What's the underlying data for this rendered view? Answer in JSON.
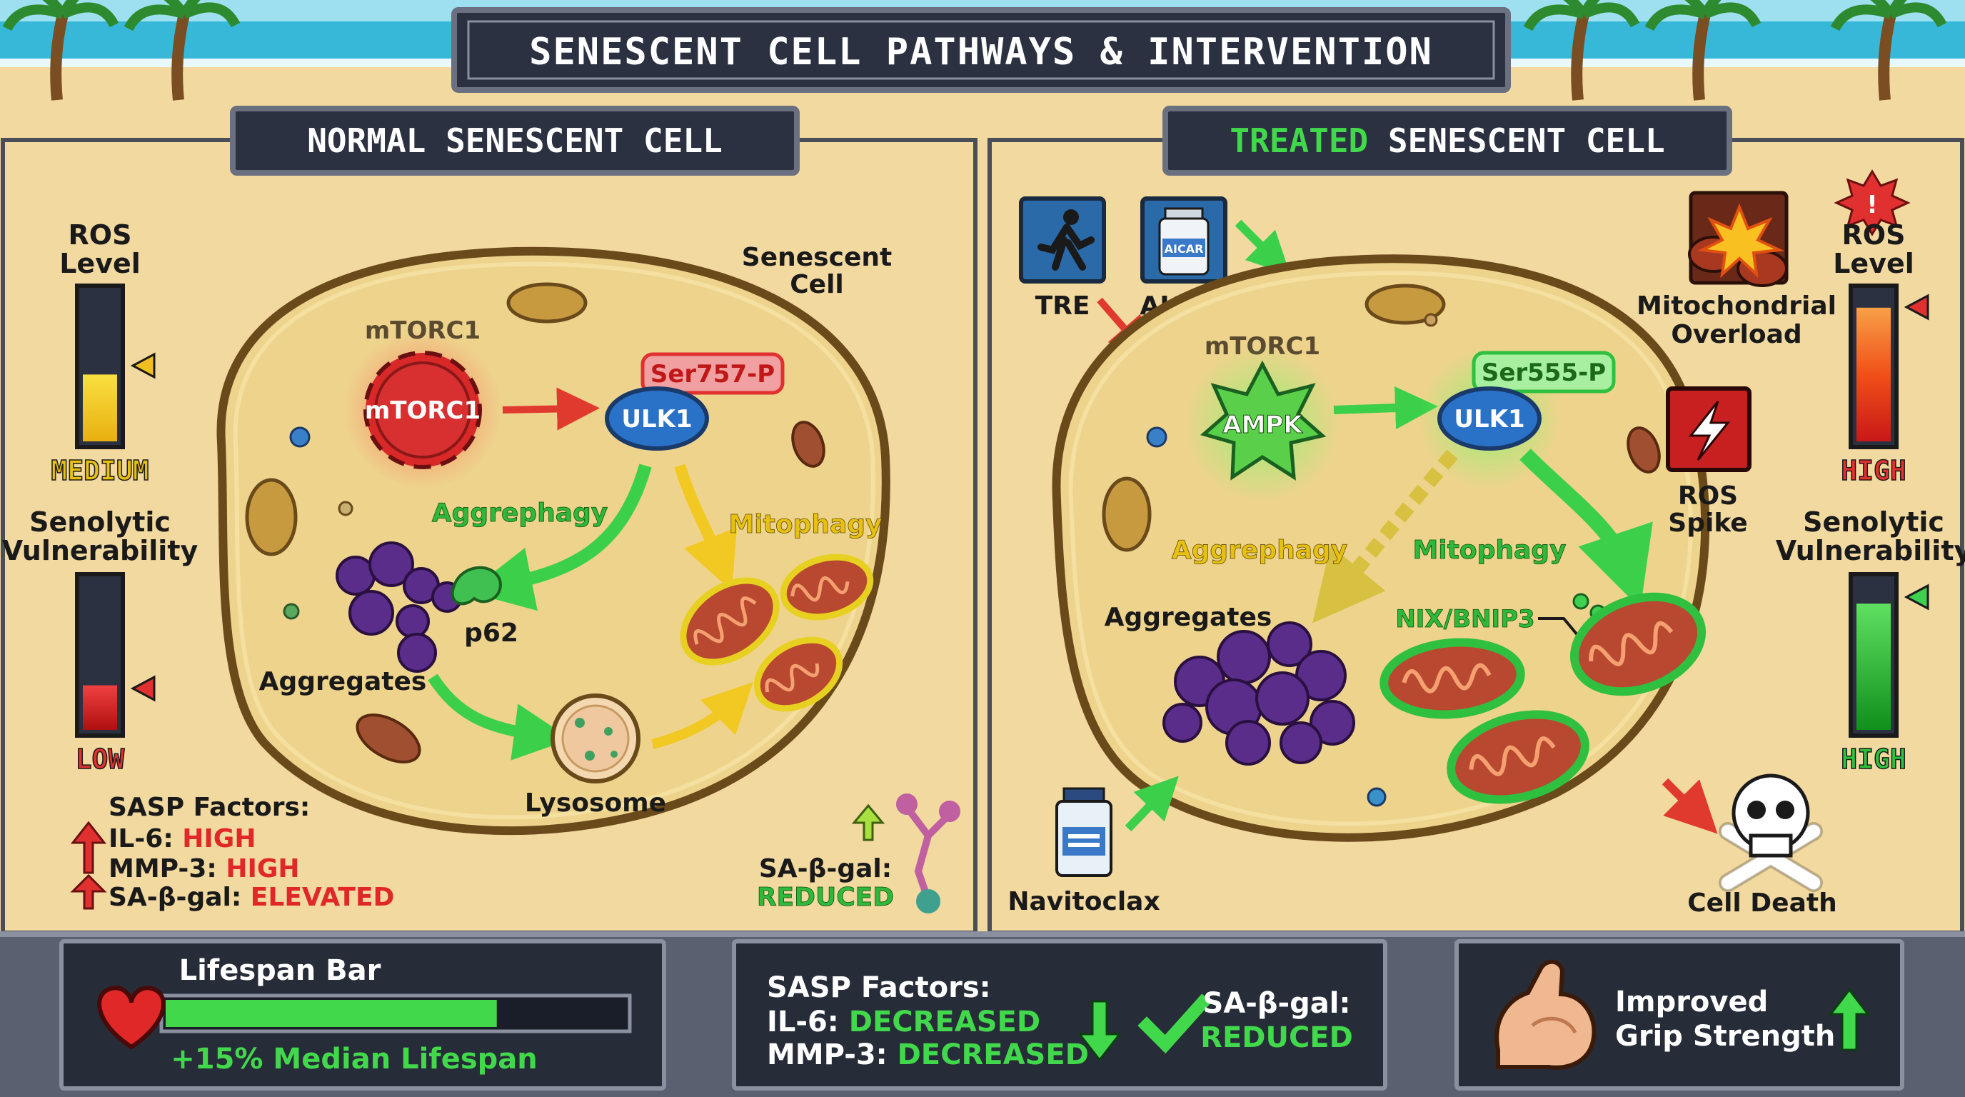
{
  "title": "SENESCENT CELL PATHWAYS & INTERVENTION",
  "left": {
    "header": "NORMAL SENESCENT CELL",
    "ros_label_1": "ROS",
    "ros_label_2": "Level",
    "ros_value": "MEDIUM",
    "ros_level": 0.45,
    "vuln_label_1": "Senolytic",
    "vuln_label_2": "Vulnerability",
    "vuln_value": "LOW",
    "vuln_level": 0.3,
    "cell_label_1": "Senescent",
    "cell_label_2": "Cell",
    "mtorc_top": "mTORC1",
    "mtorc_inner": "mTORC1",
    "ser757": "Ser757-P",
    "ulk1": "ULK1",
    "aggrephagy": "Aggrephagy",
    "mitophagy": "Mitophagy",
    "p62": "p62",
    "aggregates": "Aggregates",
    "lysosome": "Lysosome",
    "sasp_title": "SASP Factors:",
    "il6_label": "IL-6:",
    "il6_value": "HIGH",
    "mmp3_label": "MMP-3:",
    "mmp3_value": "HIGH",
    "sabgal_label": "SA-β-gal:",
    "sabgal_value": "ELEVATED",
    "sabgal_reduced_label": "SA-β-gal:",
    "sabgal_reduced_value": "REDUCED"
  },
  "right": {
    "header_accent": "TREATED",
    "header_rest": "SENESCENT CELL",
    "tre": "TRE",
    "aicar": "AICAR",
    "aicar_bottle": "AICAR",
    "mtorc_top": "mTORC1",
    "ampk": "AMPK",
    "ser555": "Ser555-P",
    "ulk1": "ULK1",
    "aggrephagy": "Aggrephagy",
    "mitophagy": "Mitophagy",
    "aggregates": "Aggregates",
    "nix": "NIX/BNIP3",
    "mito_overload_1": "Mitochondrial",
    "mito_overload_2": "Overload",
    "ros_spike_1": "ROS",
    "ros_spike_2": "Spike",
    "ros_label_1": "ROS",
    "ros_label_2": "Level",
    "ros_value": "HIGH",
    "ros_level": 0.9,
    "vuln_label_1": "Senolytic",
    "vuln_label_2": "Vulnerability",
    "vuln_value": "HIGH",
    "vuln_level": 0.85,
    "navitoclax": "Navitoclax",
    "cell_death": "Cell Death"
  },
  "bottom": {
    "lifespan_title": "Lifespan Bar",
    "lifespan_fill": 0.72,
    "lifespan_text": "+15% Median Lifespan",
    "sasp_title": "SASP Factors:",
    "il6_label": "IL-6:",
    "il6_value": "DECREASED",
    "mmp3_label": "MMP-3:",
    "mmp3_value": "DECREASED",
    "sabgal_label": "SA-β-gal:",
    "sabgal_value": "REDUCED",
    "grip_1": "Improved",
    "grip_2": "Grip Strength"
  },
  "colors": {
    "sand": "#f2d9a0",
    "cell_fill": "#eed38c",
    "panel_dark": "#2b3140",
    "green": "#38d048",
    "red": "#e03030",
    "yellow": "#f0d020",
    "purple": "#5a2d8a"
  }
}
